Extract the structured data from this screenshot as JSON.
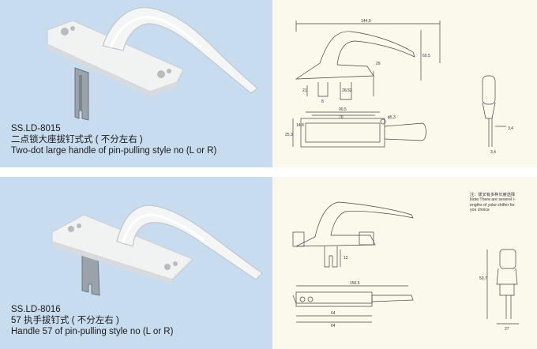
{
  "product1": {
    "code": "SS.LD-8015",
    "name_cn": "二点锁大座拔钉式式 ( 不分左右 )",
    "name_en": "Two-dot large handle of pin-pulling style no (L or R)",
    "dims": {
      "overall_width": "144,9",
      "height": "60,5",
      "h1": "21",
      "h2": "29",
      "w1": "8",
      "w2": "26/32",
      "base1": "90,5",
      "base2": "70",
      "hole": "ϕ5,3",
      "hb": "14,8",
      "hc": "25,3",
      "tab1": "3,4",
      "tab2": "3,4"
    }
  },
  "product2": {
    "code": "SS.LD-8016",
    "name_cn": "57 执手拔钉式 ( 不分左右 )",
    "name_en": "Handle 57 of pin-pulling style no (L or R)",
    "note_cn": "注：拨叉有多种长度选择",
    "note_en": [
      "Note:There are severel l-",
      "engths of yoke shifter for",
      "you choice"
    ],
    "dims": {
      "overall_width": "150,5",
      "pin": "12",
      "base1": "64",
      "base2": "64",
      "side_h": "50,7",
      "side_w": "27"
    }
  }
}
